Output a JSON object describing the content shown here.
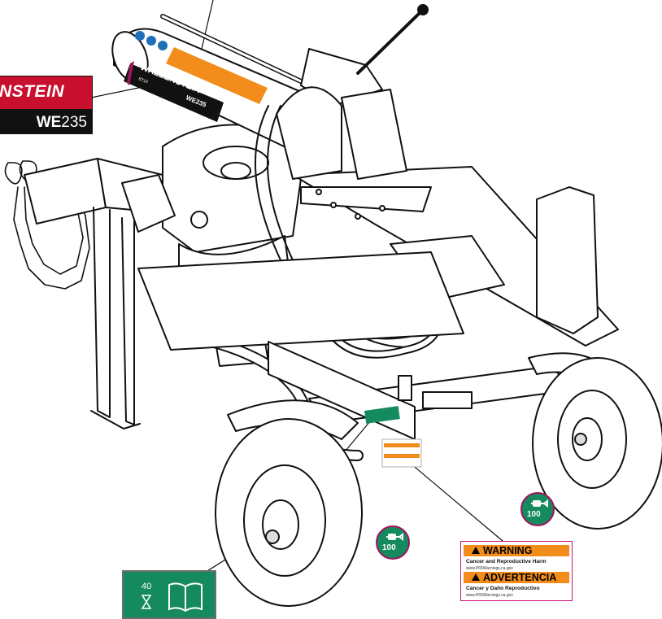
{
  "brand_badge": {
    "name": "NSTEIN",
    "model_bold": "WE",
    "model_num": "235"
  },
  "cylinder_label": {
    "brand": "WALLENSTEIN",
    "model": "WE235",
    "code": "BT10"
  },
  "warning_decal": {
    "warning_title": "WARNING",
    "warning_text": "Cancer and Reproductive Harm",
    "warning_url": "www.P65Warnings.ca.gov",
    "advertencia_title": "ADVERTENCIA",
    "advertencia_text": "Cáncer y Daño Reproductivo",
    "advertencia_url": "www.P65Warnings.ca.gov"
  },
  "lube_icon_right": {
    "interval": "100"
  },
  "lube_icon_left": {
    "interval": "100"
  },
  "manual_decal": {
    "hours": "40"
  },
  "colors": {
    "brand_red": "#c8102e",
    "decal_green": "#148a5e",
    "warning_orange": "#f28c1a",
    "outline": "#111111"
  }
}
